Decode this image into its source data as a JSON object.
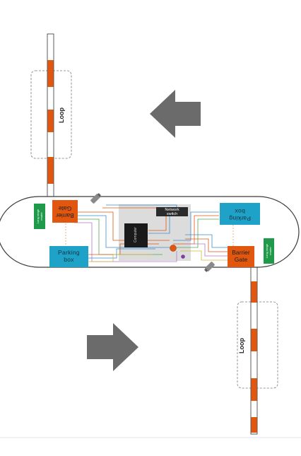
{
  "diagram": {
    "loop_top_label": "Loop",
    "loop_bottom_label": "Loop",
    "barrier_gate_top": [
      "Barrier",
      "Gate"
    ],
    "barrier_gate_bottom": [
      "Barrier",
      "Gate"
    ],
    "parking_box_left": [
      "Parking",
      "box"
    ],
    "parking_box_right": [
      "Parking",
      "box"
    ],
    "led_display_left": [
      "Long range",
      "reader"
    ],
    "led_display_right": [
      "Long range",
      "reader"
    ],
    "network_switch": [
      "Network",
      "switch"
    ],
    "computer": "Computer",
    "colors": {
      "barrier": "#e2570f",
      "parking_box": "#1ea2c8",
      "reader": "#1f9a4a",
      "switch": "#2b2b2b",
      "computer": "#1a1a1a",
      "server_zone": "#dcdcdc",
      "arrow": "#6b6b6b",
      "divider_stroke": "#3a3a3a",
      "camera": "#8a8a8a"
    },
    "icons": [
      "arrow-left-icon",
      "arrow-right-icon",
      "camera-icon"
    ]
  }
}
